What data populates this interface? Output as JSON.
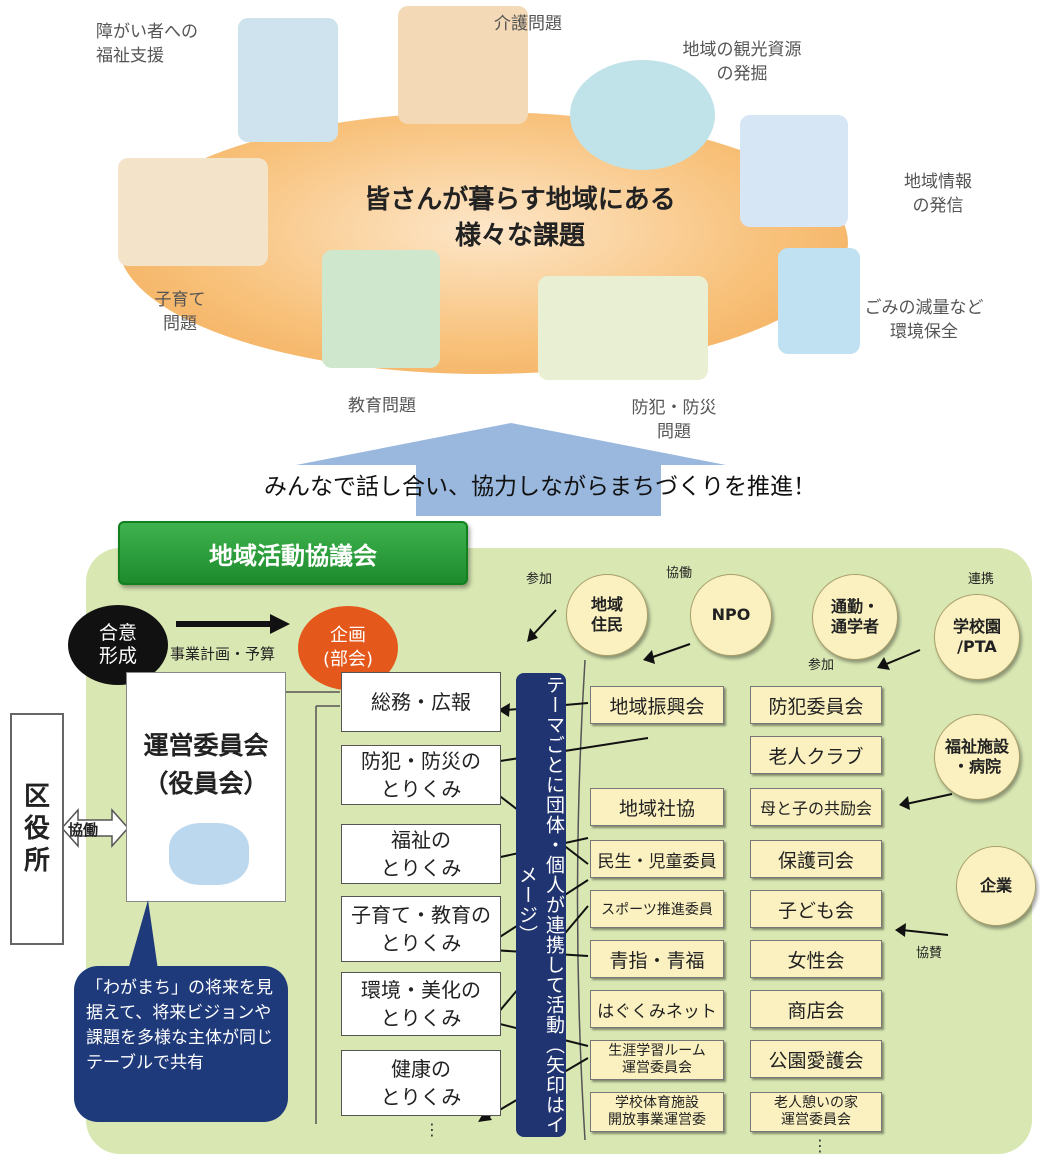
{
  "top": {
    "issues_center": "皆さんが暮らす地域にある\n様々な課題",
    "notes": {
      "disability": "障がい者への\n福祉支援",
      "care": "介護問題",
      "tourism": "地域の観光資源\nの発掘",
      "info": "地域情報\nの発信",
      "waste": "ごみの減量など\n環境保全",
      "childcare": "子育て\n問題",
      "education": "教育問題",
      "crime": "防犯・防災\n問題"
    },
    "slogan": "みんなで話し合い、協力しながらまちづくりを推進！"
  },
  "council": {
    "title": "地域活動協議会",
    "consensus": "合意\n形成",
    "plan_budget": "事業計画・予算",
    "planning": "企画\n(部会)",
    "committee": "運営委員会\n（役員会）",
    "ward_office": "区\n役\n所",
    "collaboration": "協働",
    "bubble": "「わがまち」の将来を見据えて、将来ビジョンや課題を多様な主体が同じテーブルで共有",
    "themes": [
      "総務・広報",
      "防犯・防災の\nとりくみ",
      "福祉の\nとりくみ",
      "子育て・教育の\nとりくみ",
      "環境・美化の\nとりくみ",
      "健康の\nとりくみ"
    ],
    "vertical_bar": "テーマごとに団体・個人が連携して活動（矢印はイメージ）",
    "orgs_left": [
      "地域振興会",
      "地域社協",
      "民生・児童委員",
      "スポーツ推進委員",
      "青指・青福",
      "はぐくみネット",
      "生涯学習ルーム\n運営委員会",
      "学校体育施設\n開放事業運営委"
    ],
    "orgs_right": [
      "防犯委員会",
      "老人クラブ",
      "母と子の共励会",
      "保護司会",
      "子ども会",
      "女性会",
      "商店会",
      "公園愛護会",
      "老人憩いの家\n運営委員会"
    ],
    "external": {
      "residents": "地域\n住民",
      "npo": "NPO",
      "commuters": "通勤・\n通学者",
      "schools": "学校園\n/PTA",
      "welfare": "福祉施設\n・病院",
      "companies": "企業"
    },
    "labels": {
      "participation1": "参加",
      "cooperation": "協働",
      "participation2": "参加",
      "partnership": "連携",
      "sponsorship": "協賛"
    },
    "dots": "⋮"
  }
}
